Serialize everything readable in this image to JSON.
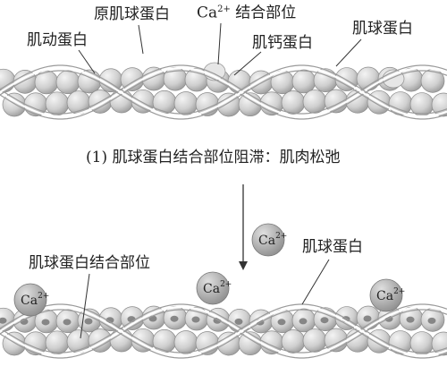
{
  "top": {
    "labels": {
      "tropomyosin": "原肌球蛋白",
      "ca_site_prefix": "Ca",
      "ca_site_sup": "2+",
      "ca_site_suffix": " 结合部位",
      "myosin_right": "肌球蛋白",
      "actin": "肌动蛋白",
      "troponin": "肌钙蛋白"
    }
  },
  "caption": "(1) 肌球蛋白结合部位阻滞：肌肉松弛",
  "bottom": {
    "labels": {
      "myosin": "肌球蛋白",
      "myosin_binding_site": "肌球蛋白结合部位"
    },
    "ion": {
      "symbol": "Ca",
      "charge": "2+"
    }
  },
  "colors": {
    "bead_fill": "#cfcfcf",
    "bead_edge": "#8a8a8a",
    "strand": "#9a9a9a",
    "ion_fill": "#b5b5b5",
    "binding_site_dot": "#777777"
  }
}
